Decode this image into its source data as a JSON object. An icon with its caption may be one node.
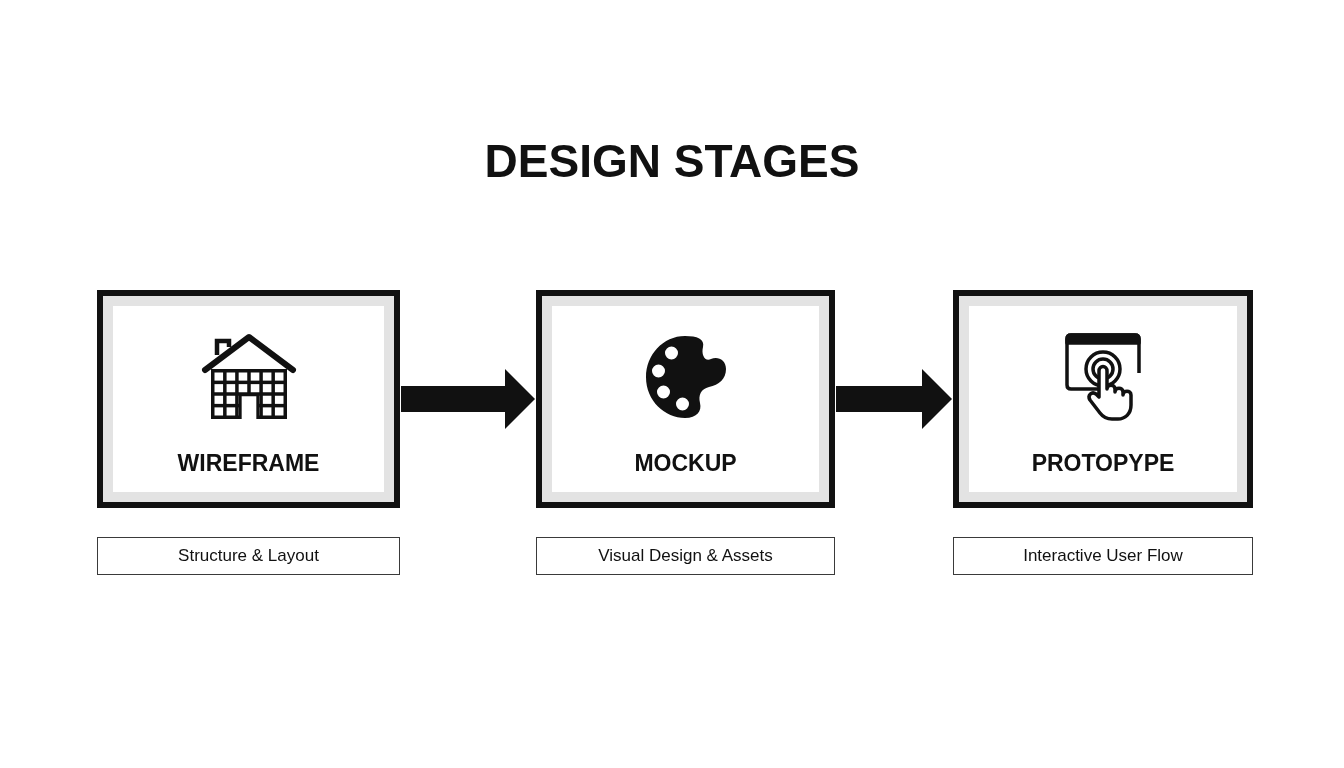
{
  "diagram": {
    "title": "DESIGN STAGES",
    "nodes": [
      {
        "text": [
          "WIREFRAME"
        ]
      },
      {
        "text": [
          "MOCKUP"
        ]
      },
      {
        "text": [
          "PROTOPYPE"
        ]
      },
      {
        "text": [
          "Structure & Layout"
        ]
      },
      {
        "text": [
          "Visual Design & Assets"
        ]
      },
      {
        "text": [
          "Interactive User Flow"
        ]
      }
    ],
    "edges": [
      {
        "from": 0,
        "to": 1,
        "arrow": "to"
      },
      {
        "from": 1,
        "to": 2,
        "arrow": "to"
      }
    ]
  }
}
